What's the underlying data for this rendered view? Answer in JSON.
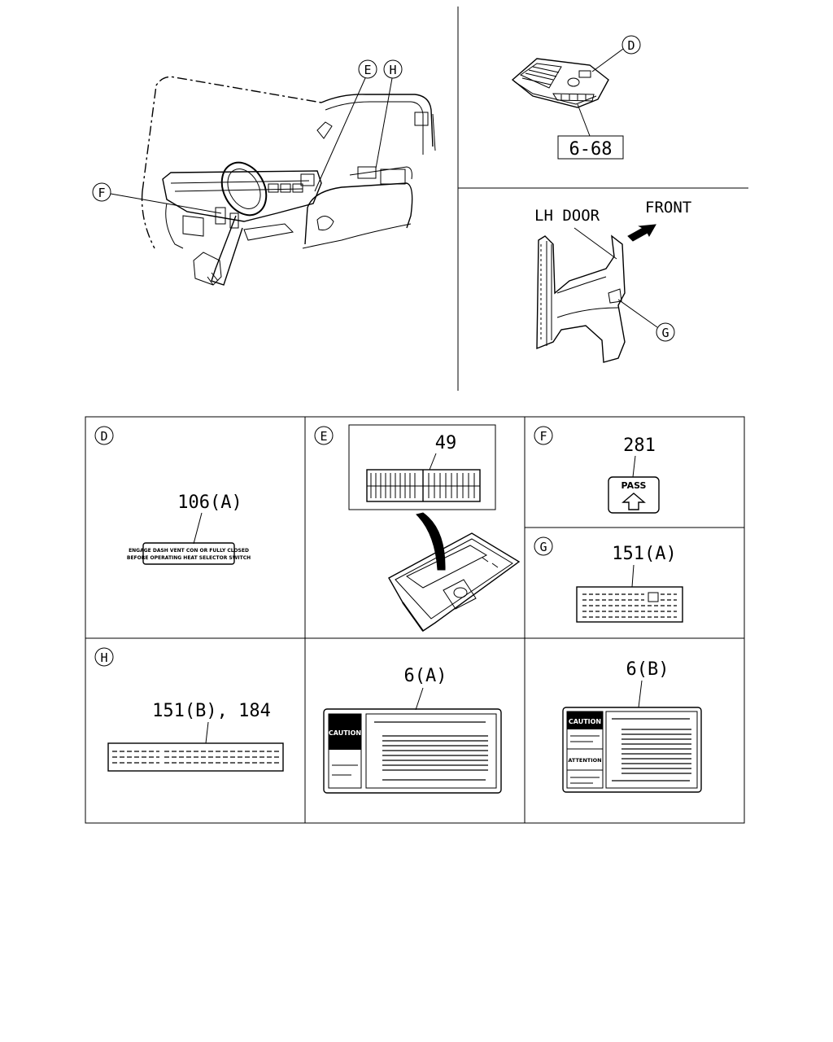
{
  "top_left_view": {
    "callouts": {
      "e": "E",
      "h": "H",
      "f": "F"
    }
  },
  "top_right_view": {
    "callout_d": "D",
    "ref": "6-68"
  },
  "door_view": {
    "door_label": "LH DOOR",
    "front_label": "FRONT",
    "callout_g": "G"
  },
  "panels": {
    "d": {
      "callout": "D",
      "part": "106(A)",
      "decal_line1": "ENGAGE DASH VENT CON OR FULLY CLOSED",
      "decal_line2": "BEFORE OPERATING HEAT SELECTOR SWITCH"
    },
    "e": {
      "callout": "E",
      "part": "49"
    },
    "f": {
      "callout": "F",
      "part": "281",
      "decal_text": "PASS"
    },
    "g": {
      "callout": "G",
      "part": "151(A)"
    },
    "h": {
      "callout": "H",
      "part": "151(B), 184"
    },
    "caution_a": {
      "part": "6(A)",
      "header": "CAUTION"
    },
    "caution_b": {
      "part": "6(B)",
      "header": "CAUTION",
      "sub_header": "ATTENTION"
    }
  }
}
